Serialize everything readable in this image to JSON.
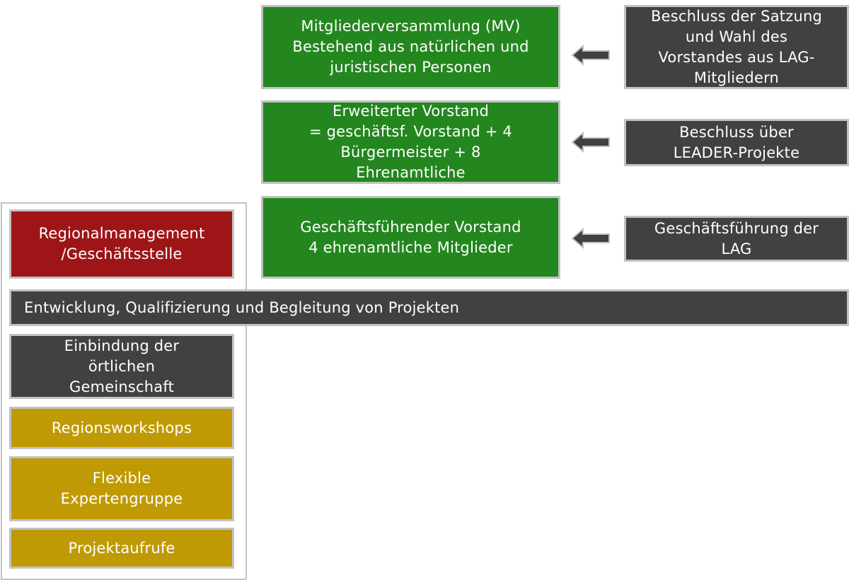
{
  "boxes": {
    "mitgliederversammlung": "Mitgliederversammlung (MV)\nBestehend aus natürlichen und\njuristischen Personen",
    "erweiterter_vorstand": "Erweiterter Vorstand\n= geschäftsf. Vorstand + 4\nBürgermeister + 8\nEhrenamtliche",
    "geschaeftsfuehrender_vorstand": "Geschäftsführender Vorstand\n4 ehrenamtliche Mitglieder",
    "beschluss_satzung": "Beschluss der Satzung\nund Wahl des\nVorstandes aus LAG-\nMitgliedern",
    "beschluss_projekte": "Beschluss über\nLEADER-Projekte",
    "geschaeftsfuehrung": "Geschäftsführung der\nLAG",
    "regionalmanagement": "Regionalmanagement\n/Geschäftsstelle",
    "entwicklung": "Entwicklung, Qualifizierung und Begleitung von Projekten",
    "einbindung": "Einbindung der\nörtlichen\nGemeinschaft",
    "regionsworkshops": "Regionsworkshops",
    "expertengruppe": "Flexible\nExpertengruppe",
    "projektaufrufe": "Projektaufrufe"
  },
  "colors": {
    "green": "#24861f",
    "dark_gray": "#414042",
    "red": "#9e1518",
    "gold": "#c09a04",
    "border": "#c2c2c2",
    "arrow": "#414042"
  }
}
